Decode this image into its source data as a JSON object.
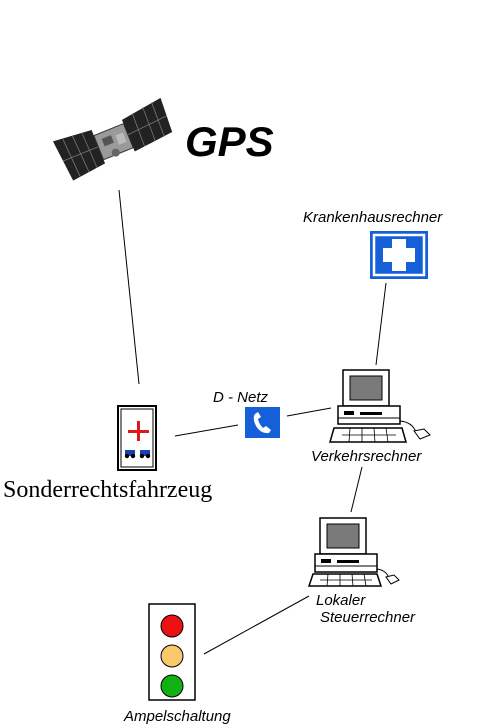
{
  "labels": {
    "gps": "GPS",
    "hospital": "Krankenhausrechner",
    "traffic_computer": "Verkehrsrechner",
    "d_netz": "D - Netz",
    "vehicle": "Sonderrechtsfahrzeug",
    "local_line1": "Lokaler",
    "local_line2": "Steuerrechner",
    "traffic_light": "Ampelschaltung"
  },
  "colors": {
    "hospital_blue": "#1560d8",
    "phone_blue": "#1560d8",
    "cross_red": "#e01818",
    "light_red": "#ee1111",
    "light_amber": "#f8c86a",
    "light_green": "#12b012"
  },
  "icons": [
    "satellite-icon",
    "hospital-cross-icon",
    "computer-icon",
    "phone-icon",
    "vehicle-icon",
    "traffic-light-icon"
  ]
}
